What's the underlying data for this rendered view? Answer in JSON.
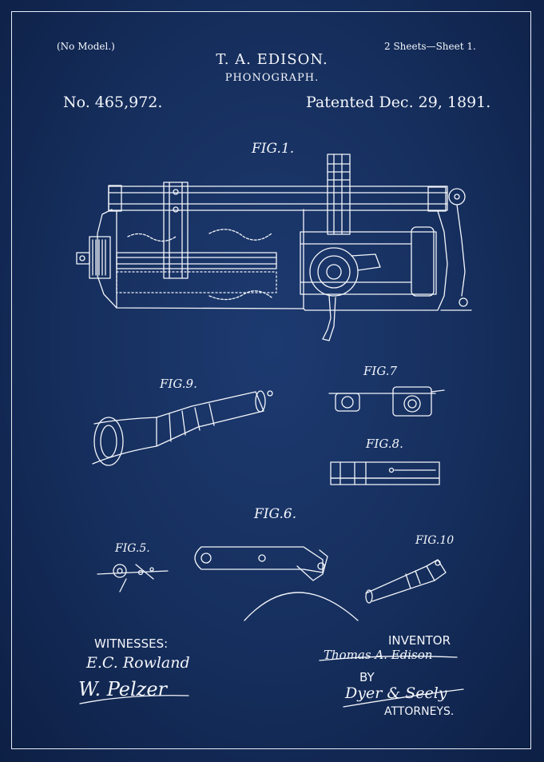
{
  "header": {
    "model_note": "(No Model.)",
    "sheets": "2 Sheets—Sheet 1.",
    "inventor_name": "T. A. EDISON.",
    "title": "PHONOGRAPH.",
    "patent_number": "No. 465,972.",
    "patent_date": "Patented Dec. 29, 1891."
  },
  "figures": {
    "fig1": "FIG.1.",
    "fig9": "FIG.9.",
    "fig7": "FIG.7",
    "fig8": "FIG.8.",
    "fig6": "FIG.6.",
    "fig5": "FIG.5.",
    "fig10": "FIG.10"
  },
  "footer": {
    "witnesses_label": "WITNESSES:",
    "witness1_signature": "E.C. Rowland",
    "witness2_signature": "W. Pelzer",
    "inventor_label": "INVENTOR",
    "inventor_signature": "Thomas A. Edison",
    "by_label": "BY",
    "attorney_signature": "Dyer & Seely",
    "attorneys_label": "ATTORNEYS."
  },
  "colors": {
    "background": "#142b57",
    "ink": "#f4f6fb"
  }
}
